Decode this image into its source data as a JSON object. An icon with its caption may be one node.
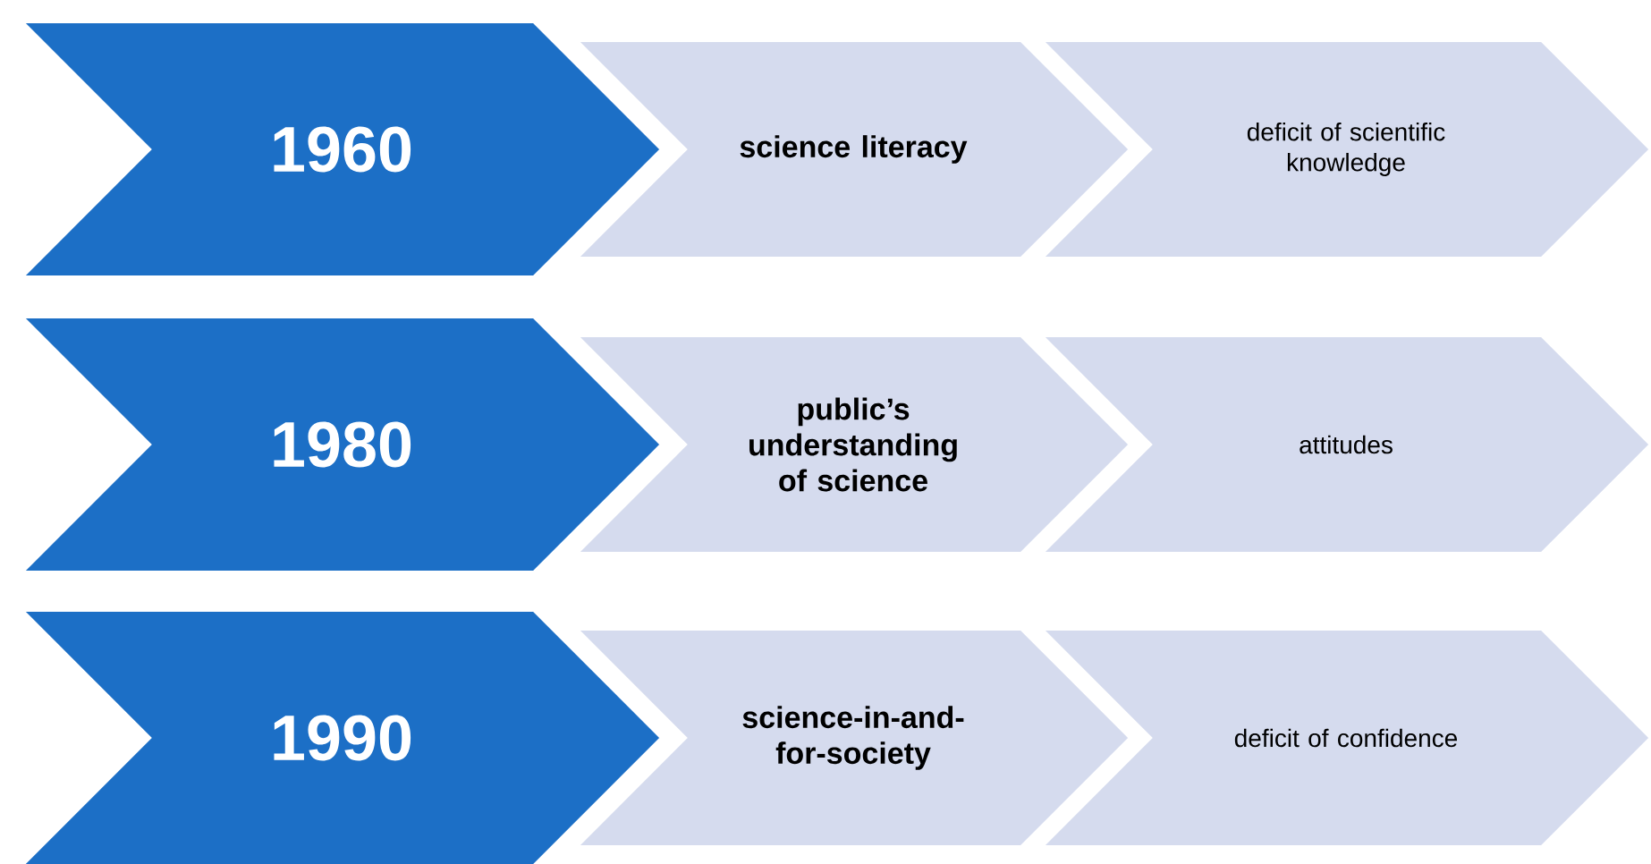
{
  "diagram": {
    "nodes": [
      {
        "text": [
          "1960"
        ]
      },
      {
        "text": [
          "science literacy"
        ]
      },
      {
        "text": [
          "deficit of scientific knowledge"
        ]
      },
      {
        "text": [
          "1980"
        ]
      },
      {
        "text": [
          "public’s understanding of science"
        ]
      },
      {
        "text": [
          "attitudes"
        ]
      },
      {
        "text": [
          "1990"
        ]
      },
      {
        "text": [
          "science-in-and-for-society"
        ]
      },
      {
        "text": [
          "deficit of confidence"
        ]
      }
    ]
  }
}
